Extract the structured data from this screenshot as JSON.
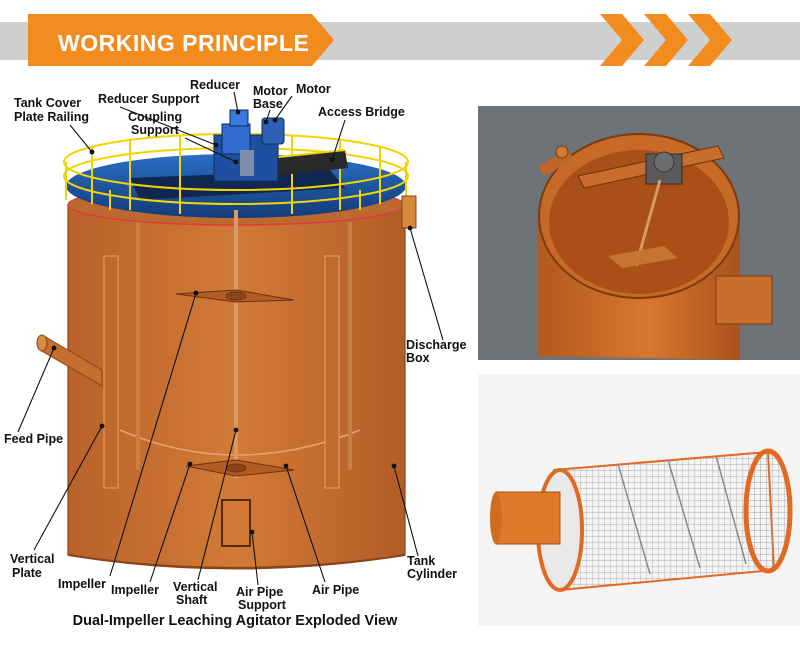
{
  "header": {
    "title": "WORKING PRINCIPLE",
    "accent_color": "#f28c1e",
    "band_color": "#cfcfcf"
  },
  "diagram": {
    "caption": "Dual-Impeller Leaching Agitator Exploded View",
    "tank_color": "#c8702f",
    "labels": {
      "reducer": "Reducer",
      "reducer_support": "Reducer Support",
      "motor_base_1": "Motor",
      "motor_base_2": "Base",
      "motor": "Motor",
      "tank_cover_1": "Tank Cover",
      "tank_cover_2": "Plate Railing",
      "coupling_1": "Coupling",
      "coupling_2": "Support",
      "access_bridge": "Access Bridge",
      "discharge_1": "Discharge",
      "discharge_2": "Box",
      "feed_pipe": "Feed Pipe",
      "vertical_plate_1": "Vertical",
      "vertical_plate_2": "Plate",
      "impeller_left": "Impeller",
      "impeller_center": "Impeller",
      "vertical_shaft_1": "Vertical",
      "vertical_shaft_2": "Shaft",
      "air_pipe_support_1": "Air Pipe",
      "air_pipe_support_2": "Support",
      "air_pipe": "Air Pipe",
      "tank_cylinder_1": "Tank",
      "tank_cylinder_2": "Cylinder"
    }
  }
}
